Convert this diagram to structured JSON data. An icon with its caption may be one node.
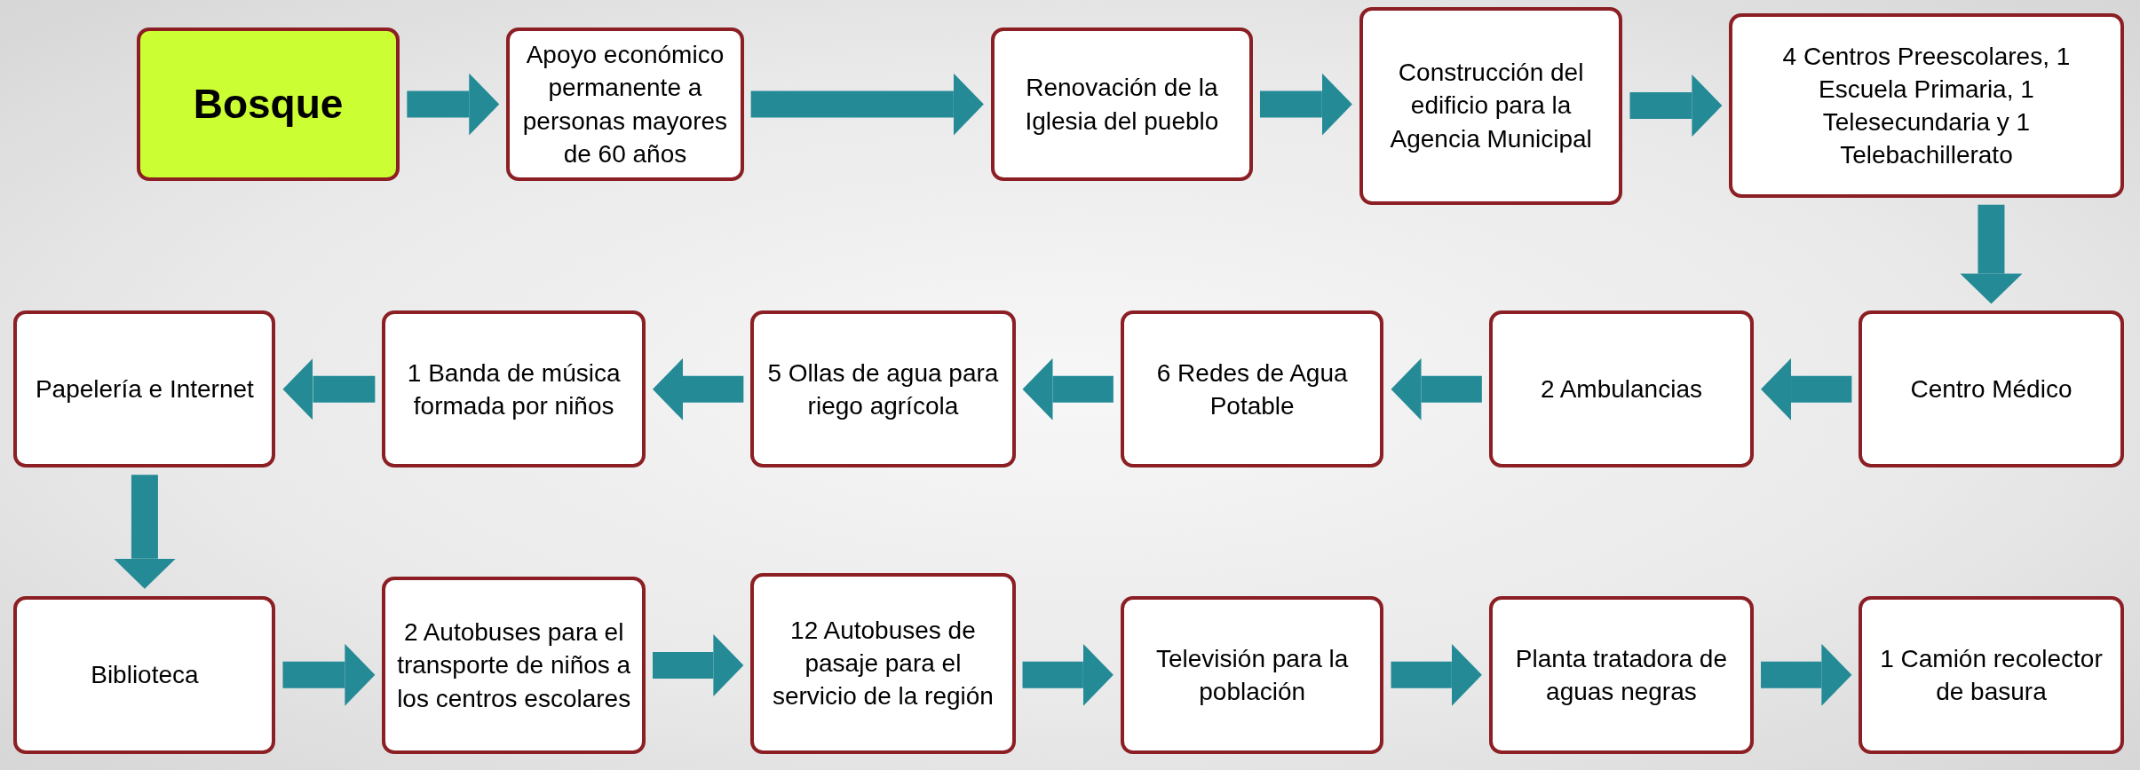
{
  "diagram": {
    "nodes": [
      {
        "text": [
          "Bosque"
        ]
      },
      {
        "text": [
          "Apoyo económico permanente a personas mayores de 60 años"
        ]
      },
      {
        "text": [
          "Renovación de la Iglesia del pueblo"
        ]
      },
      {
        "text": [
          "Construcción del edificio para la Agencia Municipal"
        ]
      },
      {
        "text": [
          "4 Centros Preescolares, 1 Escuela Primaria, 1 Telesecundaria y 1 Telebachillerato"
        ]
      },
      {
        "text": [
          "Papelería e Internet"
        ]
      },
      {
        "text": [
          "1 Banda de música formada por niños"
        ]
      },
      {
        "text": [
          "5 Ollas de agua para riego agrícola"
        ]
      },
      {
        "text": [
          "6 Redes de Agua Potable"
        ]
      },
      {
        "text": [
          "2 Ambulancias"
        ]
      },
      {
        "text": [
          "Centro Médico"
        ]
      },
      {
        "text": [
          "Biblioteca"
        ]
      },
      {
        "text": [
          "2 Autobuses para el transporte de niños a los centros escolares"
        ]
      },
      {
        "text": [
          "12 Autobuses de pasaje para el servicio de la región"
        ]
      },
      {
        "text": [
          "Televisión para la población"
        ]
      },
      {
        "text": [
          "Planta tratadora de aguas negras"
        ]
      },
      {
        "text": [
          "1 Camión recolector de basura"
        ]
      }
    ],
    "edges": [
      {
        "from": 0,
        "to": 1,
        "arrow": "to"
      },
      {
        "from": 1,
        "to": 2,
        "arrow": "to"
      },
      {
        "from": 2,
        "to": 3,
        "arrow": "to"
      },
      {
        "from": 3,
        "to": 4,
        "arrow": "to"
      },
      {
        "from": 4,
        "to": 10,
        "arrow": "to"
      },
      {
        "from": 10,
        "to": 9,
        "arrow": "to"
      },
      {
        "from": 9,
        "to": 8,
        "arrow": "to"
      },
      {
        "from": 8,
        "to": 7,
        "arrow": "to"
      },
      {
        "from": 7,
        "to": 6,
        "arrow": "to"
      },
      {
        "from": 6,
        "to": 5,
        "arrow": "to"
      },
      {
        "from": 5,
        "to": 11,
        "arrow": "to"
      },
      {
        "from": 11,
        "to": 12,
        "arrow": "to"
      },
      {
        "from": 12,
        "to": 13,
        "arrow": "to"
      },
      {
        "from": 13,
        "to": 14,
        "arrow": "to"
      },
      {
        "from": 14,
        "to": 15,
        "arrow": "to"
      },
      {
        "from": 15,
        "to": 16,
        "arrow": "to"
      }
    ]
  }
}
